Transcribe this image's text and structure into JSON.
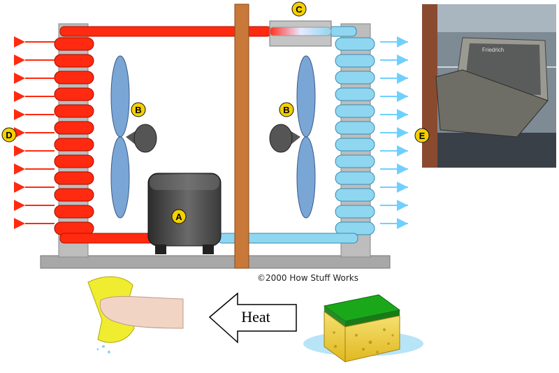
{
  "markers": {
    "compressor": "A",
    "fan_left": "B",
    "fan_right": "B",
    "expansion_valve": "C",
    "hot_coil": "D",
    "window_unit": "E"
  },
  "credit": "©2000 How Stuff Works",
  "heat_arrow_label": "Heat",
  "colors": {
    "hot": "#ff2a10",
    "cold": "#8fd6f0",
    "divider": "#c87838",
    "base": "#a8a8a8",
    "marker": "#f5d000",
    "fan": "#7aa6d6"
  }
}
